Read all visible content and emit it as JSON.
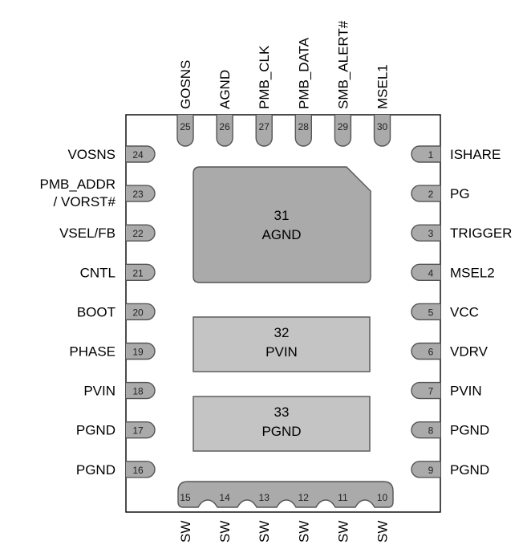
{
  "package": {
    "body_color": "#ffffff",
    "outline_color": "#000000",
    "pin_fill": "#aaaaaa",
    "pin_stroke": "#555555"
  },
  "pins": {
    "left": [
      {
        "num": "24",
        "label": [
          "VOSNS"
        ]
      },
      {
        "num": "23",
        "label": [
          "PMB_ADDR",
          "/ VORST#"
        ]
      },
      {
        "num": "22",
        "label": [
          "VSEL/FB"
        ]
      },
      {
        "num": "21",
        "label": [
          "CNTL"
        ]
      },
      {
        "num": "20",
        "label": [
          "BOOT"
        ]
      },
      {
        "num": "19",
        "label": [
          "PHASE"
        ]
      },
      {
        "num": "18",
        "label": [
          "PVIN"
        ]
      },
      {
        "num": "17",
        "label": [
          "PGND"
        ]
      },
      {
        "num": "16",
        "label": [
          "PGND"
        ]
      }
    ],
    "right": [
      {
        "num": "1",
        "label": [
          "ISHARE"
        ]
      },
      {
        "num": "2",
        "label": [
          "PG"
        ]
      },
      {
        "num": "3",
        "label": [
          "TRIGGER"
        ]
      },
      {
        "num": "4",
        "label": [
          "MSEL2"
        ]
      },
      {
        "num": "5",
        "label": [
          "VCC"
        ]
      },
      {
        "num": "6",
        "label": [
          "VDRV"
        ]
      },
      {
        "num": "7",
        "label": [
          "PVIN"
        ]
      },
      {
        "num": "8",
        "label": [
          "PGND"
        ]
      },
      {
        "num": "9",
        "label": [
          "PGND"
        ]
      }
    ],
    "top": [
      {
        "num": "25",
        "label": "GOSNS"
      },
      {
        "num": "26",
        "label": "AGND"
      },
      {
        "num": "27",
        "label": "PMB_CLK"
      },
      {
        "num": "28",
        "label": "PMB_DATA"
      },
      {
        "num": "29",
        "label": "SMB_ALERT#"
      },
      {
        "num": "30",
        "label": "MSEL1"
      }
    ],
    "bottom": [
      {
        "num": "15",
        "label": "SW"
      },
      {
        "num": "14",
        "label": "SW"
      },
      {
        "num": "13",
        "label": "SW"
      },
      {
        "num": "12",
        "label": "SW"
      },
      {
        "num": "11",
        "label": "SW"
      },
      {
        "num": "10",
        "label": "SW"
      }
    ]
  },
  "pads": [
    {
      "id": "agnd",
      "num": "31",
      "name": "AGND",
      "color": "#aaaaaa"
    },
    {
      "id": "pvin",
      "num": "32",
      "name": "PVIN",
      "color": "#c4c4c4"
    },
    {
      "id": "pgnd",
      "num": "33",
      "name": "PGND",
      "color": "#c4c4c4"
    }
  ]
}
